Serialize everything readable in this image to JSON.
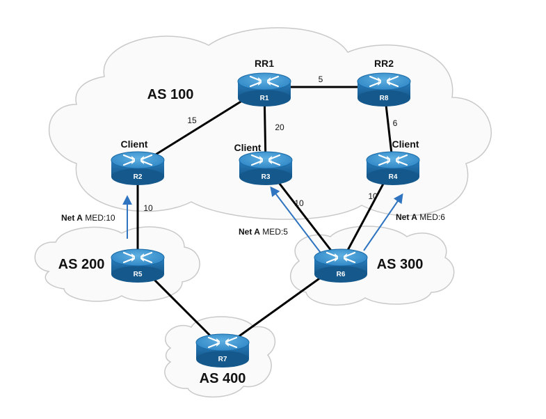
{
  "as_labels": {
    "as100": "AS 100",
    "as200": "AS 200",
    "as300": "AS 300",
    "as400": "AS 400"
  },
  "routers": {
    "r1": "R1",
    "r2": "R2",
    "r3": "R3",
    "r4": "R4",
    "r5": "R5",
    "r6": "R6",
    "r7": "R7",
    "r8": "R8"
  },
  "roles": {
    "r1": "RR1",
    "r8": "RR2",
    "r2": "Client",
    "r3": "Client",
    "r4": "Client"
  },
  "link_metrics": {
    "r1_r8": "5",
    "r1_r2": "15",
    "r1_r3": "20",
    "r8_r4": "6",
    "r2_r5": "10",
    "r3_r6": "10",
    "r4_r6": "10"
  },
  "route_advertisements": {
    "r5_to_r2": {
      "prefix": "Net A",
      "med": "MED:10"
    },
    "r6_to_r3": {
      "prefix": "Net A",
      "med": "MED:5"
    },
    "r6_to_r4": {
      "prefix": "Net A",
      "med": "MED:6"
    }
  },
  "colors": {
    "router_body": "#1e6fa8",
    "router_top": "#3a93cf",
    "advertisement_arrow": "#2f74c0",
    "link": "#000000",
    "cloud_outline": "#c9c9c9"
  }
}
